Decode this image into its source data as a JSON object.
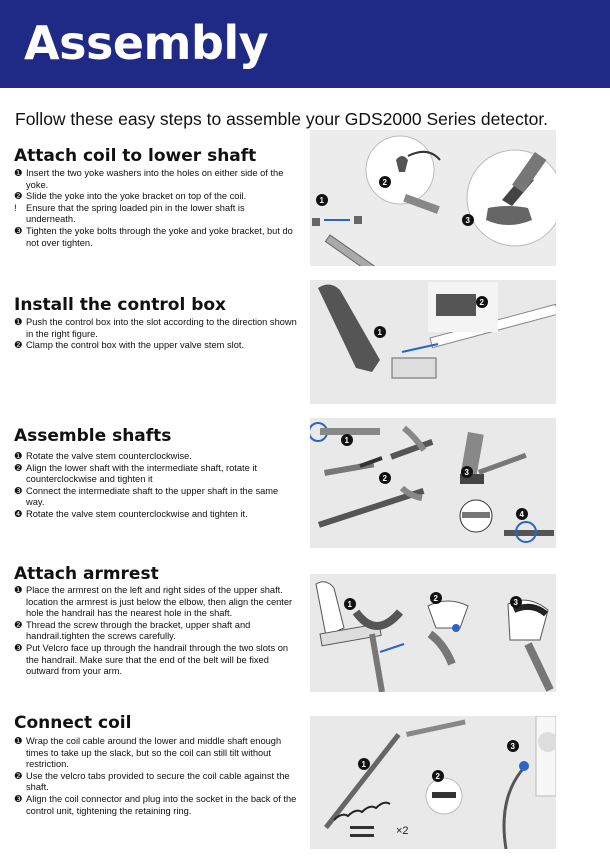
{
  "header": {
    "title": "Assembly"
  },
  "intro": "Follow these easy steps to assemble your GDS2000 Series detector.",
  "sections": [
    {
      "title": "Attach coil to lower shaft",
      "steps": [
        {
          "bullet": "❶",
          "text": "Insert the two yoke washers into the holes on either side of the yoke."
        },
        {
          "bullet": "❷",
          "text": "Slide the yoke into the yoke bracket on top of the coil."
        },
        {
          "bullet": "!",
          "text": "Ensure that the spring loaded pin in the lower shaft is underneath."
        },
        {
          "bullet": "❸",
          "text": "Tighten the yoke bolts through the yoke and yoke bracket, but do not over tighten."
        }
      ],
      "figure_numbers": [
        "1",
        "2",
        "3"
      ]
    },
    {
      "title": "Install the control box",
      "steps": [
        {
          "bullet": "❶",
          "text": "Push the control box into the slot according to the direction shown in the right figure."
        },
        {
          "bullet": "❷",
          "text": "Clamp the control box with the upper valve stem slot."
        }
      ],
      "figure_numbers": [
        "1",
        "2"
      ]
    },
    {
      "title": "Assemble shafts",
      "steps": [
        {
          "bullet": "❶",
          "text": "Rotate the valve stem counterclockwise."
        },
        {
          "bullet": "❷",
          "text": "Align the lower shaft with the intermediate shaft, rotate it counterclockwise and tighten it"
        },
        {
          "bullet": "❸",
          "text": "Connect the intermediate shaft to the upper shaft in the same way."
        },
        {
          "bullet": "❹",
          "text": "Rotate the valve stem counterclockwise and tighten it."
        }
      ],
      "figure_numbers": [
        "1",
        "2",
        "3",
        "4"
      ]
    },
    {
      "title": "Attach armrest",
      "steps": [
        {
          "bullet": "❶",
          "text": "Place the armrest on the left and right sides of the upper shaft. location the armrest is just below the elbow, then align the center hole the handrail has the nearest hole in the shaft."
        },
        {
          "bullet": "❷",
          "text": "Thread the screw through the bracket, upper shaft and handrail.tighten the screws carefully."
        },
        {
          "bullet": "❸",
          "text": "Put Velcro face up through the handrail through the two slots on the handrail. Make sure that the end of the belt will be fixed outward from your arm."
        }
      ],
      "figure_numbers": [
        "1",
        "2",
        "3"
      ]
    },
    {
      "title": "Connect coil",
      "steps": [
        {
          "bullet": "❶",
          "text": "Wrap the coil cable around the lower and middle shaft enough times to take up the slack, but so the coil can still tilt without restriction."
        },
        {
          "bullet": "❷",
          "text": "Use the velcro tabs provided to secure the coil cable against the shaft."
        },
        {
          "bullet": "❸",
          "text": "Align the coil connector and plug into the socket in the back of the control unit, tightening the retaining ring."
        }
      ],
      "figure_numbers": [
        "1",
        "2",
        "3"
      ],
      "figure_label": "×2"
    }
  ]
}
